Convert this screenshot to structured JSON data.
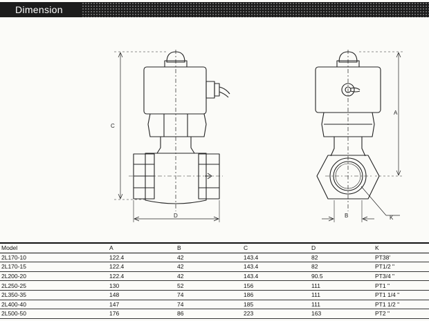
{
  "header": {
    "title": "Dimension"
  },
  "drawing": {
    "dimension_labels": {
      "c": "C",
      "d": "D",
      "a": "A",
      "b": "B",
      "k": "K"
    }
  },
  "table": {
    "columns": [
      "Model",
      "A",
      "B",
      "C",
      "D",
      "K"
    ],
    "rows": [
      [
        "2L170-10",
        "122.4",
        "42",
        "143.4",
        "82",
        "PT38′"
      ],
      [
        "2L170-15",
        "122.4",
        "42",
        "143.4",
        "82",
        "PT1/2 \""
      ],
      [
        "2L200-20",
        "122.4",
        "42",
        "143.4",
        "90.5",
        "PT3/4 \""
      ],
      [
        "2L250-25",
        "130",
        "52",
        "156",
        "111",
        "PT1 \""
      ],
      [
        "2L350-35",
        "148",
        "74",
        "186",
        "111",
        "PT1 1/4 \""
      ],
      [
        "2L400-40",
        "147",
        "74",
        "185",
        "111",
        "PT1 1/2 \""
      ],
      [
        "2L500-50",
        "176",
        "86",
        "223",
        "163",
        "PT2 \""
      ]
    ]
  }
}
